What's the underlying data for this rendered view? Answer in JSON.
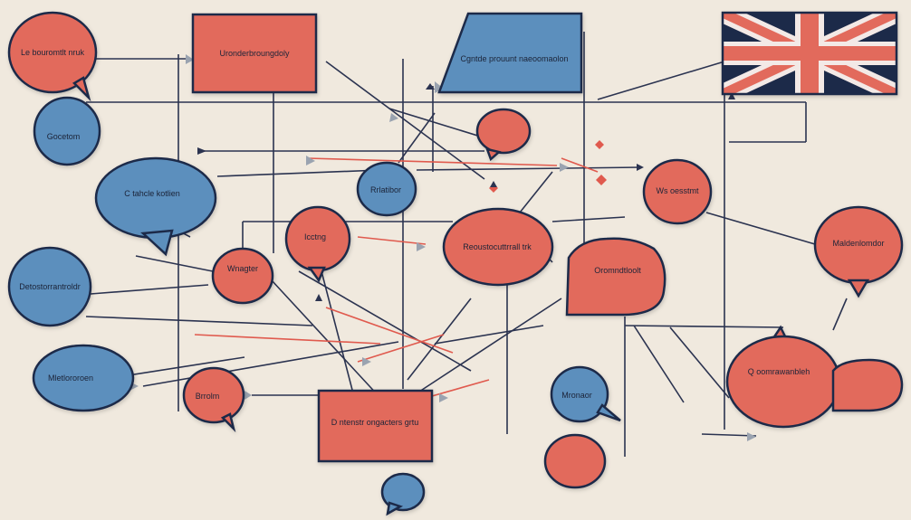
{
  "colors": {
    "background": "#f0e9de",
    "red": "#e26a5c",
    "blue": "#5b8fbd",
    "navy": "#1f2a48",
    "line": "#2b3350",
    "accent_line": "#e05a4e"
  },
  "nodes": {
    "n1": "Le bouromtlt nruk",
    "n2": "Uronderbroungdoly",
    "n3": "Cgntde prouunt naeoomaolon",
    "n4": "Gocetom",
    "n5": "C tahcle kotlien",
    "n6": "Rrlatibor",
    "n7": "Ws oesstmt",
    "n8": "Icctng",
    "n9": "Wnagter",
    "n10": "Reoustocuttrrall trk",
    "n11": "Oromndtloolt",
    "n12": "Maldenlomdor",
    "n13": "Detostorrantroldr",
    "n14": "Mletlororoen",
    "n15": "Brrolm",
    "n16": "D ntenstr ongacters grtu",
    "n17": "Mronaor",
    "n18": "Q oomrawanbleh"
  },
  "flag": {
    "icon": "union-jack-icon"
  }
}
